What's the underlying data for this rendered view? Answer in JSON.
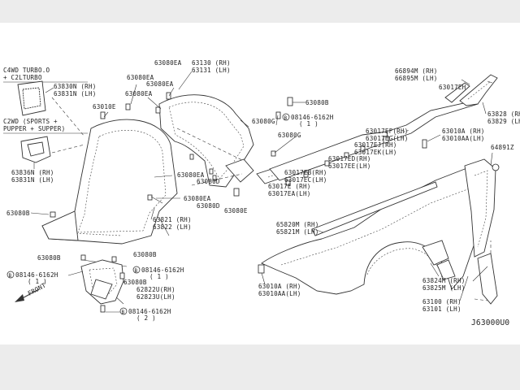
{
  "diagram": {
    "code": "J63000U0",
    "front_label": "FRONT",
    "notes": {
      "turbo": [
        "C4WD TURBO.O",
        "+ C2LTURBO"
      ],
      "sports": [
        "C2WD (SPORTS +",
        "PUPPER + SUPPER)"
      ]
    },
    "labels": {
      "l63830_rh": "63830N (RH)",
      "l63831_lh": "63831N (LH)",
      "l63836_rh": "63836N (RH)",
      "l63831b_lh": "63831N (LH)",
      "l630de": "63010E",
      "l63080ea_1": "63080EA",
      "l63080ea_2": "63080EA",
      "l63080ea_3": "63080EA",
      "l63080ea_4": "63080EA",
      "l63080ea_5": "63080EA",
      "l63130_rh": "63130 (RH)",
      "l63131_lh": "63131 (LH)",
      "l63080b_1": "63080B",
      "l63080b_2": "63080B",
      "l63080b_3": "63080B",
      "l63080b_4": "63080B",
      "l63080b_5": "63080B",
      "l63080g_1": "63080G",
      "l63080g_2": "63080G",
      "l63080d": "63080D",
      "l63080d_2": "63080D",
      "l63080e": "63080E",
      "l08146_1": "08146-6162H",
      "l08146_1q": "( 1 )",
      "l08146_2": "08146-6162H",
      "l08146_2q": "( 1 )",
      "l08146_3": "08146-6162H",
      "l08146_3q": "( 1 )",
      "l08146_4": "08146-6162H",
      "l08146_4q": "( 2 )",
      "l63821_rh": "63821 (RH)",
      "l63822_lh": "63822 (LH)",
      "l62822u_rh": "62822U(RH)",
      "l62823u_lh": "62823U(LH)",
      "l66894_rh": "66894M (RH)",
      "l66895_lh": "66895M (LH)",
      "l63017eh": "63017EH",
      "l63828_rh": "63828 (RH)",
      "l63829_lh": "63829 (LH)",
      "l63010a_rh": "63010A (RH)",
      "l63010aa_lh": "63010AA(LH)",
      "l64891z": "64891Z",
      "l63017ef_rh": "63017EF(RH)",
      "l63017eg_lh": "63017EG(LH)",
      "l63017ej_rh": "63017EJ(RH)",
      "l63017ek_lh": "63017EK(LH)",
      "l63017ed_rh": "63017ED(RH)",
      "l63017ee_lh": "63017EE(LH)",
      "l63017eb_rh": "63017EB(RH)",
      "l63017ec_lh": "63017EC(LH)",
      "l63017e_rh": "63017E  (RH)",
      "l63017ea_lh": "63017EA(LH)",
      "l65820_rh": "65820M (RH)",
      "l65821_lh": "65821M (LH)",
      "l63010a2_rh": "63010A  (RH)",
      "l63010aa2_lh": "63010AA(LH)",
      "l63824_rh": "63824M (RH)",
      "l63825_lh": "63825M (LH)",
      "l63100_rh": "63100 (RH)",
      "l63101_lh": "63101 (LH)"
    }
  }
}
